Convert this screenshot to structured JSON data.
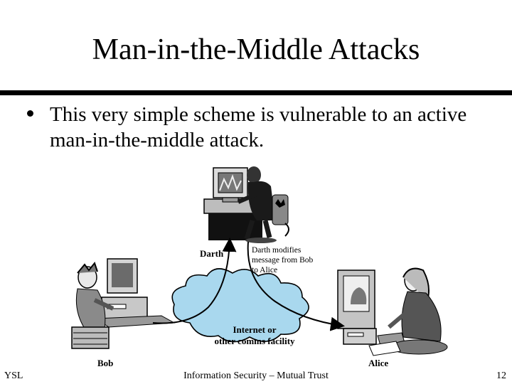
{
  "slide": {
    "title": "Man-in-the-Middle Attacks",
    "bullet": "This very simple scheme is vulnerable to an active man-in-the-middle attack."
  },
  "figure": {
    "darth_label": "Darth",
    "darth_note_1": "Darth modifies",
    "darth_note_2": "message from Bob",
    "darth_note_3": "to Alice",
    "cloud_line_1": "Internet or",
    "cloud_line_2": "other comms facility",
    "bob_label": "Bob",
    "alice_label": "Alice"
  },
  "footer": {
    "left": "YSL",
    "center": "Information Security – Mutual Trust",
    "page": "12"
  }
}
